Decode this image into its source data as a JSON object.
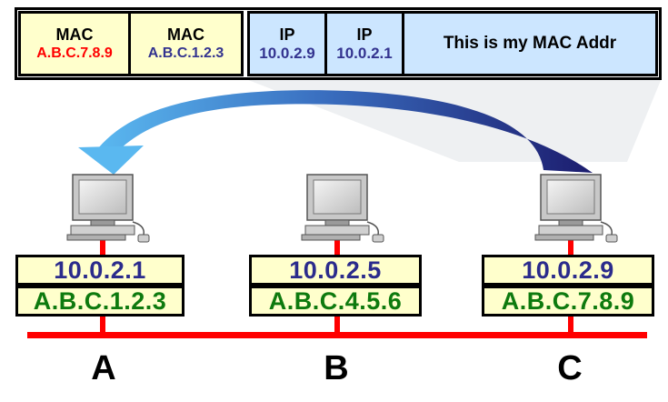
{
  "header": {
    "src_mac": {
      "title": "MAC",
      "value": "A.B.C.7.8.9"
    },
    "dst_mac": {
      "title": "MAC",
      "value": "A.B.C.1.2.3"
    },
    "src_ip": {
      "title": "IP",
      "value": "10.0.2.9"
    },
    "dst_ip": {
      "title": "IP",
      "value": "10.0.2.1"
    },
    "message": "This is my MAC Addr"
  },
  "nodes": [
    {
      "letter": "A",
      "ip": "10.0.2.1",
      "mac": "A.B.C.1.2.3"
    },
    {
      "letter": "B",
      "ip": "10.0.2.5",
      "mac": "A.B.C.4.5.6"
    },
    {
      "letter": "C",
      "ip": "10.0.2.9",
      "mac": "A.B.C.7.8.9"
    }
  ],
  "colors": {
    "mac_header_bg": "#ffffcc",
    "ip_header_bg": "#cce6ff",
    "bus": "#ff0000",
    "arrow_dark": "#1c1c6e",
    "arrow_light": "#5ab8f0"
  }
}
